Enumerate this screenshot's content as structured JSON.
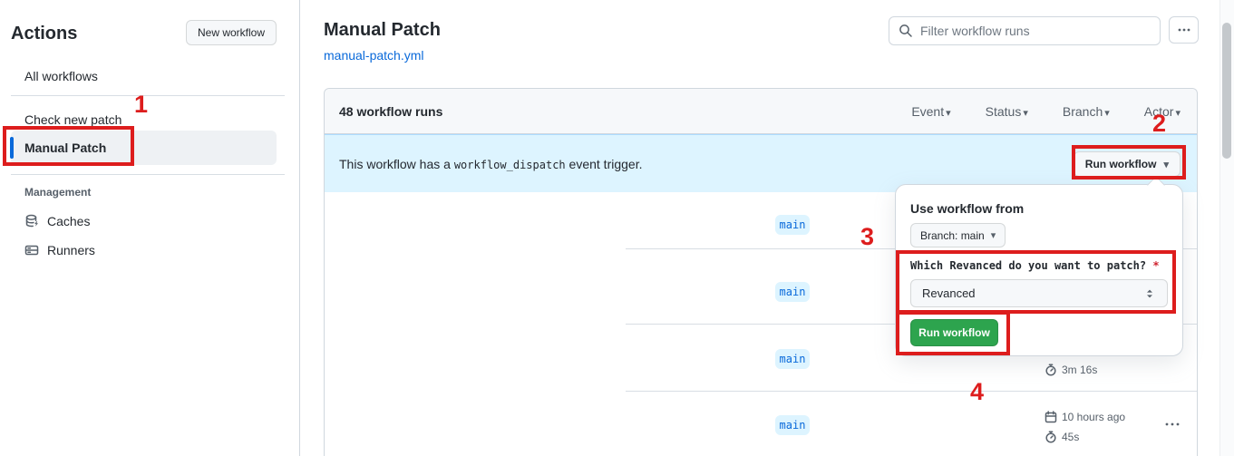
{
  "annotations": {
    "color": "#dd1d1d",
    "step1": "1",
    "step2": "2",
    "step3": "3",
    "step4": "4"
  },
  "sidebar": {
    "title": "Actions",
    "new_workflow_button": "New workflow",
    "items": [
      {
        "label": "All workflows",
        "selected": false
      },
      {
        "label": "Check new patch",
        "selected": false
      },
      {
        "label": "Manual Patch",
        "selected": true
      }
    ],
    "section_label": "Management",
    "management_items": [
      {
        "label": "Caches",
        "icon": "cache-icon"
      },
      {
        "label": "Runners",
        "icon": "runners-icon"
      }
    ]
  },
  "header": {
    "title": "Manual Patch",
    "file_link": "manual-patch.yml",
    "filter_placeholder": "Filter workflow runs",
    "kebab_icon": "kebab-icon"
  },
  "runs_panel": {
    "count_label": "48 workflow runs",
    "filters": [
      {
        "label": "Event"
      },
      {
        "label": "Status"
      },
      {
        "label": "Branch"
      },
      {
        "label": "Actor"
      }
    ],
    "banner": {
      "text_before": "This workflow has a",
      "code": "workflow_dispatch",
      "text_after": "event trigger.",
      "run_workflow_button": "Run workflow"
    },
    "runs": [
      {
        "branch": "main"
      },
      {
        "branch": "main"
      },
      {
        "branch": "main",
        "duration": "3m 16s"
      },
      {
        "branch": "main",
        "date": "10 hours ago",
        "duration": "45s"
      }
    ]
  },
  "run_dialog": {
    "use_workflow_from": "Use workflow from",
    "branch_button": "Branch: main",
    "input_label": "Which Revanced do you want to patch?",
    "required_marker": "*",
    "select_value": "Revanced",
    "run_button": "Run workflow"
  },
  "colors": {
    "accent_blue": "#0969da",
    "banner_bg": "#ddf4ff",
    "success_green": "#2da44e",
    "annotation_red": "#dd1d1d",
    "top_indicator_orange": "#fd8c73"
  }
}
